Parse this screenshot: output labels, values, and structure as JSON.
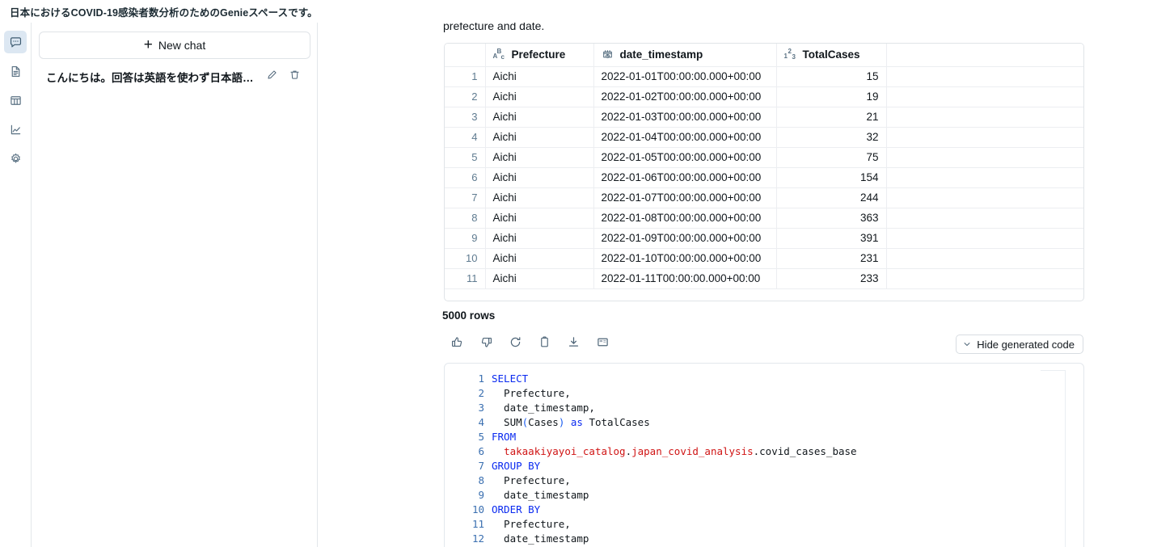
{
  "header": {
    "title": "日本におけるCOVID-19感染者数分析のためのGenieスペースです。"
  },
  "icon_rail": {
    "items": [
      {
        "name": "chat-icon",
        "label": "Chat",
        "active": true
      },
      {
        "name": "document-icon",
        "label": "Documents",
        "active": false
      },
      {
        "name": "table-icon",
        "label": "Tables",
        "active": false
      },
      {
        "name": "chart-icon",
        "label": "Charts",
        "active": false
      },
      {
        "name": "gear-icon",
        "label": "Settings",
        "active": false
      }
    ]
  },
  "sidebar": {
    "new_chat_label": "New chat",
    "new_chat_icon": "plus-icon",
    "chats": [
      {
        "label": "こんにちは。回答は英語を使わず日本語で回...",
        "edit_icon": "pencil-icon",
        "delete_icon": "trash-icon"
      }
    ]
  },
  "main": {
    "answer_text": "prefecture and date.",
    "rows_count": "5000 rows",
    "hide_code_label": "Hide generated code",
    "hide_code_icon": "chevron-down-icon",
    "actions": [
      {
        "name": "thumbs-up-button",
        "icon": "thumbs-up-icon"
      },
      {
        "name": "thumbs-down-button",
        "icon": "thumbs-down-icon"
      },
      {
        "name": "retry-button",
        "icon": "refresh-icon"
      },
      {
        "name": "copy-button",
        "icon": "clipboard-icon"
      },
      {
        "name": "download-button",
        "icon": "download-icon"
      },
      {
        "name": "add-to-dashboard-button",
        "icon": "dashboard-frame-icon"
      }
    ]
  },
  "table": {
    "columns": [
      {
        "key": "idx",
        "label": "",
        "type_icon": ""
      },
      {
        "key": "pref",
        "label": "Prefecture",
        "type_icon": "string-type-icon"
      },
      {
        "key": "ts",
        "label": "date_timestamp",
        "type_icon": "date-type-icon"
      },
      {
        "key": "tot",
        "label": "TotalCases",
        "type_icon": "number-type-icon"
      },
      {
        "key": "pad",
        "label": "",
        "type_icon": ""
      }
    ],
    "rows": [
      {
        "idx": "1",
        "pref": "Aichi",
        "ts": "2022-01-01T00:00:00.000+00:00",
        "tot": "15"
      },
      {
        "idx": "2",
        "pref": "Aichi",
        "ts": "2022-01-02T00:00:00.000+00:00",
        "tot": "19"
      },
      {
        "idx": "3",
        "pref": "Aichi",
        "ts": "2022-01-03T00:00:00.000+00:00",
        "tot": "21"
      },
      {
        "idx": "4",
        "pref": "Aichi",
        "ts": "2022-01-04T00:00:00.000+00:00",
        "tot": "32"
      },
      {
        "idx": "5",
        "pref": "Aichi",
        "ts": "2022-01-05T00:00:00.000+00:00",
        "tot": "75"
      },
      {
        "idx": "6",
        "pref": "Aichi",
        "ts": "2022-01-06T00:00:00.000+00:00",
        "tot": "154"
      },
      {
        "idx": "7",
        "pref": "Aichi",
        "ts": "2022-01-07T00:00:00.000+00:00",
        "tot": "244"
      },
      {
        "idx": "8",
        "pref": "Aichi",
        "ts": "2022-01-08T00:00:00.000+00:00",
        "tot": "363"
      },
      {
        "idx": "9",
        "pref": "Aichi",
        "ts": "2022-01-09T00:00:00.000+00:00",
        "tot": "391"
      },
      {
        "idx": "10",
        "pref": "Aichi",
        "ts": "2022-01-10T00:00:00.000+00:00",
        "tot": "231"
      },
      {
        "idx": "11",
        "pref": "Aichi",
        "ts": "2022-01-11T00:00:00.000+00:00",
        "tot": "233"
      }
    ]
  },
  "code": {
    "language": "sql",
    "lines": [
      {
        "n": "1",
        "tokens": [
          {
            "t": "SELECT",
            "c": "kw"
          }
        ]
      },
      {
        "n": "2",
        "tokens": [
          {
            "t": "  Prefecture,",
            "c": ""
          }
        ]
      },
      {
        "n": "3",
        "tokens": [
          {
            "t": "  date_timestamp,",
            "c": ""
          }
        ]
      },
      {
        "n": "4",
        "tokens": [
          {
            "t": "  SUM",
            "c": ""
          },
          {
            "t": "(",
            "c": "pn"
          },
          {
            "t": "Cases",
            "c": ""
          },
          {
            "t": ")",
            "c": "pn"
          },
          {
            "t": " ",
            "c": ""
          },
          {
            "t": "as",
            "c": "kw"
          },
          {
            "t": " TotalCases",
            "c": ""
          }
        ]
      },
      {
        "n": "5",
        "tokens": [
          {
            "t": "FROM",
            "c": "kw"
          }
        ]
      },
      {
        "n": "6",
        "tokens": [
          {
            "t": "  ",
            "c": ""
          },
          {
            "t": "takaakiyayoi_catalog",
            "c": "cat"
          },
          {
            "t": ".",
            "c": ""
          },
          {
            "t": "japan_covid_analysis",
            "c": "cat"
          },
          {
            "t": ".covid_cases_base",
            "c": ""
          }
        ]
      },
      {
        "n": "7",
        "tokens": [
          {
            "t": "GROUP BY",
            "c": "kw"
          }
        ]
      },
      {
        "n": "8",
        "tokens": [
          {
            "t": "  Prefecture,",
            "c": ""
          }
        ]
      },
      {
        "n": "9",
        "tokens": [
          {
            "t": "  date_timestamp",
            "c": ""
          }
        ]
      },
      {
        "n": "10",
        "tokens": [
          {
            "t": "ORDER BY",
            "c": "kw"
          }
        ]
      },
      {
        "n": "11",
        "tokens": [
          {
            "t": "  Prefecture,",
            "c": ""
          }
        ]
      },
      {
        "n": "12",
        "tokens": [
          {
            "t": "  date_timestamp",
            "c": ""
          }
        ]
      }
    ]
  },
  "colors": {
    "accent_blue": "#1f6bb0",
    "rail_active_bg": "#dce7f2",
    "sql_keyword": "#0a2af0",
    "sql_catalog": "#d01414",
    "line_number": "#3a6fb0"
  }
}
